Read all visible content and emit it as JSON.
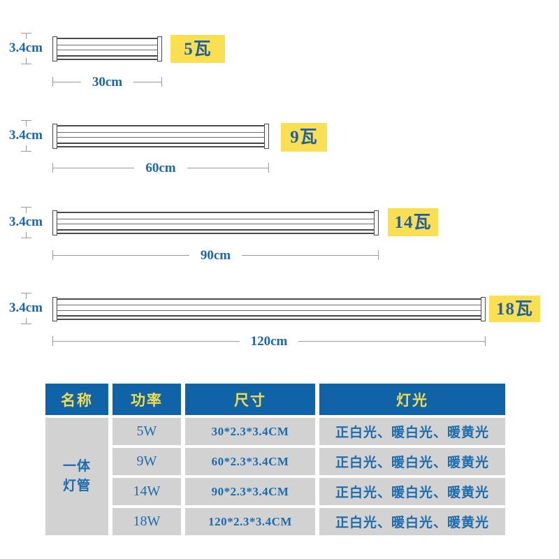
{
  "colors": {
    "badge_bg": "#fbdf53",
    "dimension_text_blue": "#1c64ae",
    "table_header_bg": "#1063a6",
    "table_header_text": "#f2dd50",
    "table_cell_bg": "#d2d2d2",
    "table_cell_text": "#1c6cad",
    "tube_stroke": "#4b4b4b",
    "dimension_line_gray": "#9a9a9a"
  },
  "diagram": {
    "rows": [
      {
        "height_label": "3.4cm",
        "length_label": "30cm",
        "power_badge": "5瓦"
      },
      {
        "height_label": "3.4cm",
        "length_label": "60cm",
        "power_badge": "9瓦"
      },
      {
        "height_label": "3.4cm",
        "length_label": "90cm",
        "power_badge": "14瓦"
      },
      {
        "height_label": "3.4cm",
        "length_label": "120cm",
        "power_badge": "18瓦"
      }
    ]
  },
  "table": {
    "headers": {
      "name": "名称",
      "power": "功率",
      "size": "尺寸",
      "light": "灯光"
    },
    "product_name": "一体灯管",
    "rows": [
      {
        "power": "5W",
        "size": "30*2.3*3.4CM",
        "light": "正白光、暖白光、暖黄光"
      },
      {
        "power": "9W",
        "size": "60*2.3*3.4CM",
        "light": "正白光、暖白光、暖黄光"
      },
      {
        "power": "14W",
        "size": "90*2.3*3.4CM",
        "light": "正白光、暖白光、暖黄光"
      },
      {
        "power": "18W",
        "size": "120*2.3*3.4CM",
        "light": "正白光、暖白光、暖黄光"
      }
    ]
  }
}
